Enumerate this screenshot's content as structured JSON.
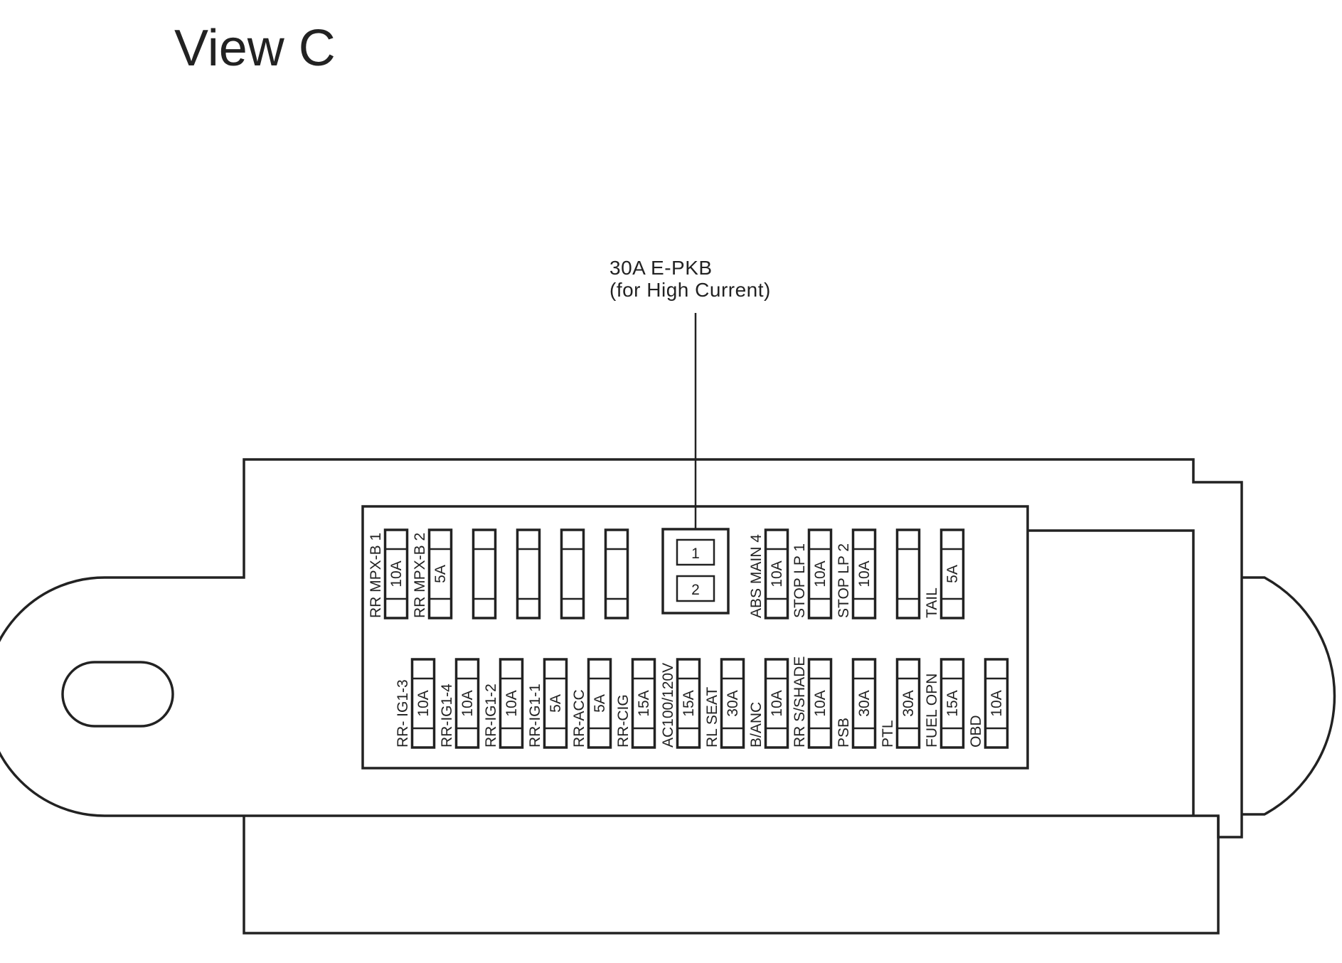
{
  "title": "View C",
  "callout": {
    "line1": "30A E-PKB",
    "line2": "(for High Current)"
  },
  "relay": {
    "slot1": "1",
    "slot2": "2"
  },
  "top_row": [
    {
      "name": "RR MPX-B 1",
      "rating": "10A"
    },
    {
      "name": "RR MPX-B 2",
      "rating": "5A"
    },
    {
      "name": "",
      "rating": ""
    },
    {
      "name": "",
      "rating": ""
    },
    {
      "name": "",
      "rating": ""
    },
    {
      "name": "",
      "rating": ""
    },
    {
      "name": "",
      "rating": ""
    },
    {
      "name": "ABS MAIN 4",
      "rating": "10A"
    },
    {
      "name": "STOP LP 1",
      "rating": "10A"
    },
    {
      "name": "STOP LP 2",
      "rating": "10A"
    },
    {
      "name": "",
      "rating": ""
    },
    {
      "name": "TAIL",
      "rating": "5A"
    }
  ],
  "bottom_row": [
    {
      "name": "RR- IG1-3",
      "rating": "10A"
    },
    {
      "name": "RR-IG1-4",
      "rating": "10A"
    },
    {
      "name": "RR-IG1-2",
      "rating": "10A"
    },
    {
      "name": "RR-IG1-1",
      "rating": "5A"
    },
    {
      "name": "RR-ACC",
      "rating": "5A"
    },
    {
      "name": "RR-CIG",
      "rating": "15A"
    },
    {
      "name": "AC100/120V",
      "rating": "15A"
    },
    {
      "name": "RL SEAT",
      "rating": "30A"
    },
    {
      "name": "B/ANC",
      "rating": "10A"
    },
    {
      "name": "RR S/SHADE",
      "rating": "10A"
    },
    {
      "name": "PSB",
      "rating": "30A"
    },
    {
      "name": "PTL",
      "rating": "30A"
    },
    {
      "name": "FUEL OPN",
      "rating": "15A"
    },
    {
      "name": "OBD",
      "rating": "10A"
    }
  ]
}
